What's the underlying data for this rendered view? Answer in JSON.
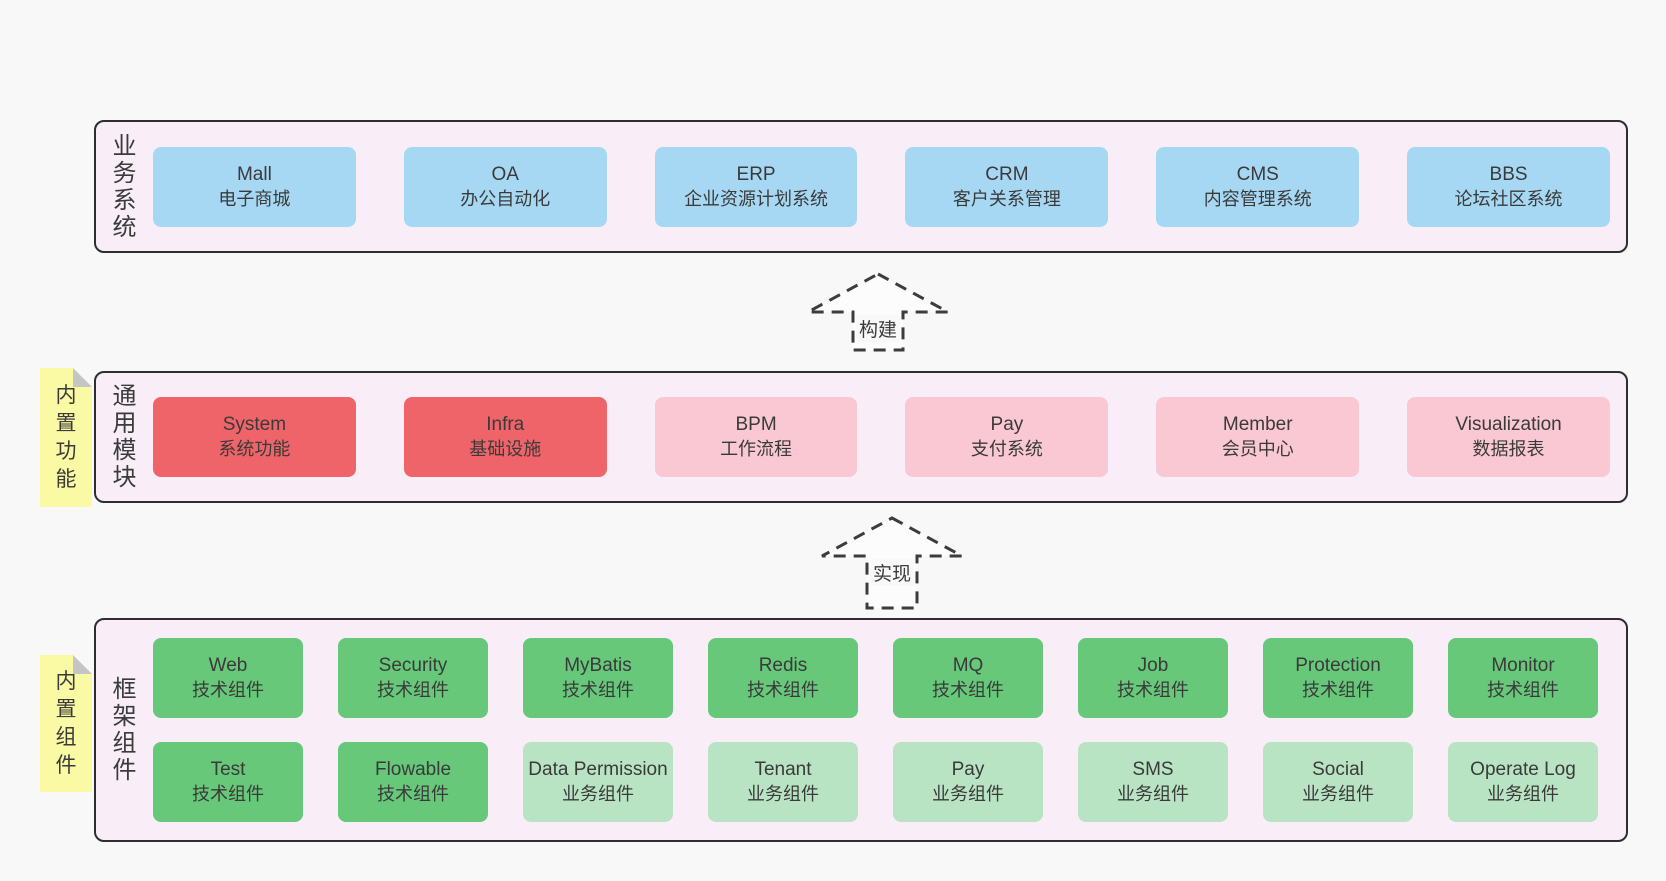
{
  "colors": {
    "blue": "#a7d8f3",
    "red": "#ef6468",
    "pink": "#f9c8d3",
    "green": "#67c87a",
    "light_green": "#b9e4c3",
    "container_bg": "#f9eef8",
    "note_bg": "#fafaa5",
    "fold_col": "#c5c5c5",
    "border_col": "#2e2e2e",
    "text": "#3a3a3a",
    "page_bg": "#f8f8f8"
  },
  "arrows": [
    {
      "label": "构建"
    },
    {
      "label": "实现"
    }
  ],
  "sections": [
    {
      "side_label": "业务系统",
      "rows": [
        [
          {
            "name": "Mall",
            "desc": "电子商城",
            "color": "blue"
          },
          {
            "name": "OA",
            "desc": "办公自动化",
            "color": "blue"
          },
          {
            "name": "ERP",
            "desc": "企业资源计划系统",
            "color": "blue"
          },
          {
            "name": "CRM",
            "desc": "客户关系管理",
            "color": "blue"
          },
          {
            "name": "CMS",
            "desc": "内容管理系统",
            "color": "blue"
          },
          {
            "name": "BBS",
            "desc": "论坛社区系统",
            "color": "blue"
          }
        ]
      ]
    },
    {
      "side_label": "通用模块",
      "note": "内置功能",
      "rows": [
        [
          {
            "name": "System",
            "desc": "系统功能",
            "color": "red"
          },
          {
            "name": "Infra",
            "desc": "基础设施",
            "color": "red"
          },
          {
            "name": "BPM",
            "desc": "工作流程",
            "color": "pink"
          },
          {
            "name": "Pay",
            "desc": "支付系统",
            "color": "pink"
          },
          {
            "name": "Member",
            "desc": "会员中心",
            "color": "pink"
          },
          {
            "name": "Visualization",
            "desc": "数据报表",
            "color": "pink"
          }
        ]
      ]
    },
    {
      "side_label": "框架组件",
      "note": "内置组件",
      "rows": [
        [
          {
            "name": "Web",
            "desc": "技术组件",
            "color": "green"
          },
          {
            "name": "Security",
            "desc": "技术组件",
            "color": "green"
          },
          {
            "name": "MyBatis",
            "desc": "技术组件",
            "color": "green"
          },
          {
            "name": "Redis",
            "desc": "技术组件",
            "color": "green"
          },
          {
            "name": "MQ",
            "desc": "技术组件",
            "color": "green"
          },
          {
            "name": "Job",
            "desc": "技术组件",
            "color": "green"
          },
          {
            "name": "Protection",
            "desc": "技术组件",
            "color": "green"
          },
          {
            "name": "Monitor",
            "desc": "技术组件",
            "color": "green"
          }
        ],
        [
          {
            "name": "Test",
            "desc": "技术组件",
            "color": "green"
          },
          {
            "name": "Flowable",
            "desc": "技术组件",
            "color": "green"
          },
          {
            "name": "Data Permission",
            "desc": "业务组件",
            "color": "light_green"
          },
          {
            "name": "Tenant",
            "desc": "业务组件",
            "color": "light_green"
          },
          {
            "name": "Pay",
            "desc": "业务组件",
            "color": "light_green"
          },
          {
            "name": "SMS",
            "desc": "业务组件",
            "color": "light_green"
          },
          {
            "name": "Social",
            "desc": "业务组件",
            "color": "light_green"
          },
          {
            "name": "Operate Log",
            "desc": "业务组件",
            "color": "light_green"
          }
        ]
      ]
    }
  ]
}
